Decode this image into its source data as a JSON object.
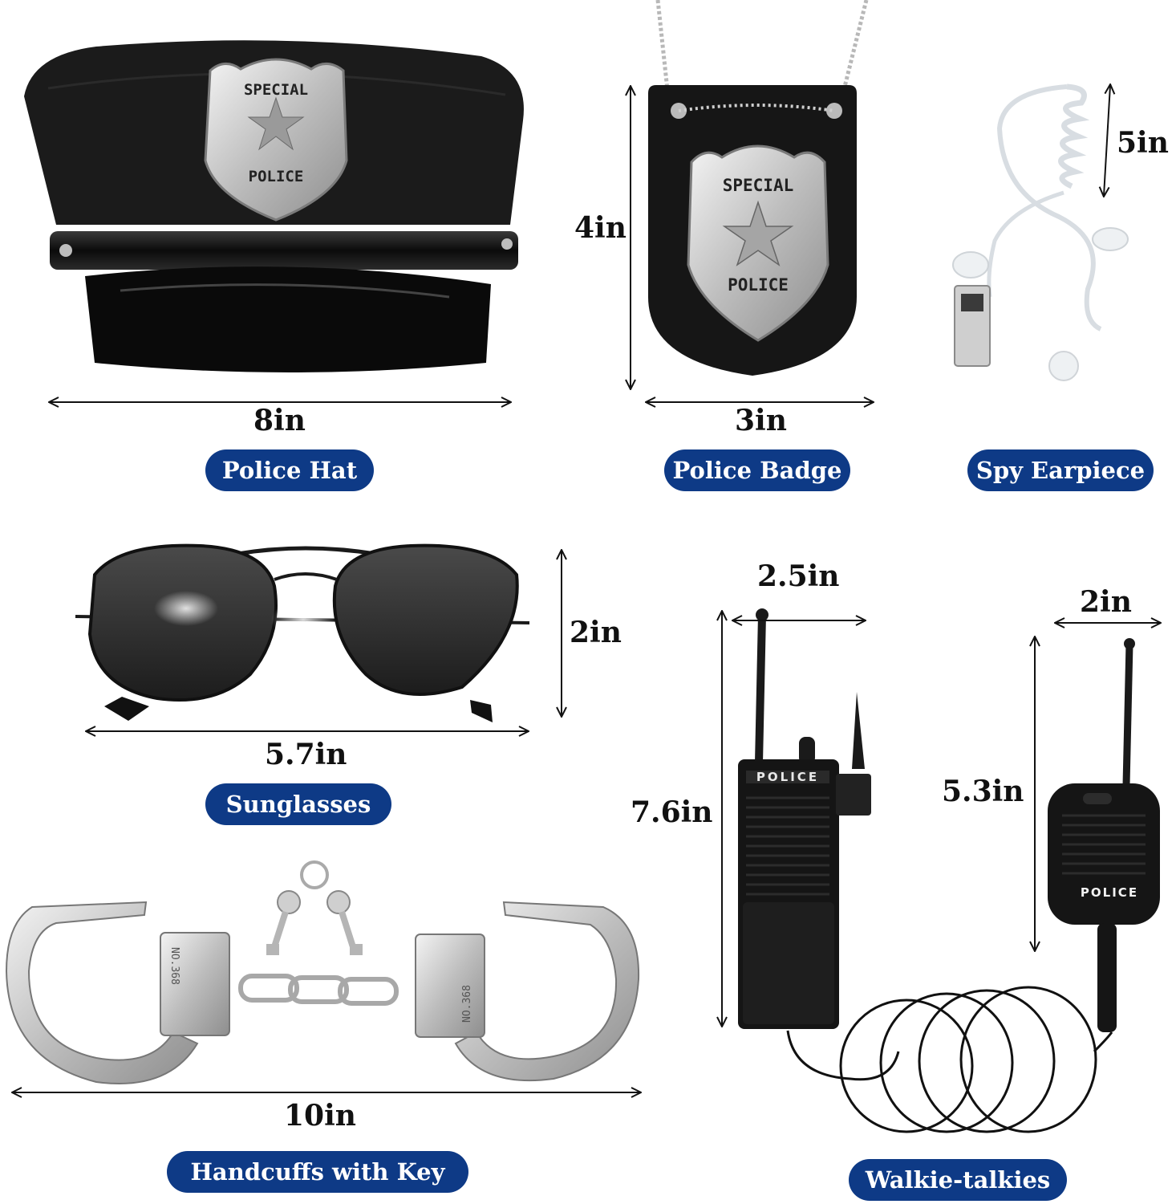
{
  "products": {
    "hat": {
      "name": "Police Hat",
      "dimensions": [
        "8in"
      ]
    },
    "badge": {
      "name": "Police Badge",
      "dimensions": [
        "4in",
        "3in"
      ],
      "engraving_top": "SPECIAL",
      "engraving_bottom": "POLICE"
    },
    "earpiece": {
      "name": "Spy Earpiece",
      "dimensions": [
        "5in"
      ]
    },
    "sunglasses": {
      "name": "Sunglasses",
      "dimensions": [
        "2in",
        "5.7in"
      ]
    },
    "handcuffs": {
      "name": "Handcuffs with Key",
      "dimensions": [
        "10in"
      ],
      "engraving": "NO.368"
    },
    "walkie": {
      "name": "Walkie-talkies",
      "dimensions": [
        "2.5in",
        "7.6in",
        "2in",
        "5.3in"
      ],
      "radio_label": "POLICE",
      "mic_label": "POLICE"
    }
  },
  "hat_badge": {
    "top": "SPECIAL",
    "bottom": "POLICE"
  },
  "colors": {
    "pill_bg": "#0e3a86",
    "pill_text": "#ffffff",
    "dimension_text": "#111111",
    "item_black": "#1a1a1a",
    "silver": "#c9c9c9"
  },
  "icons": [
    "double-arrow-horizontal-icon",
    "double-arrow-vertical-icon"
  ]
}
